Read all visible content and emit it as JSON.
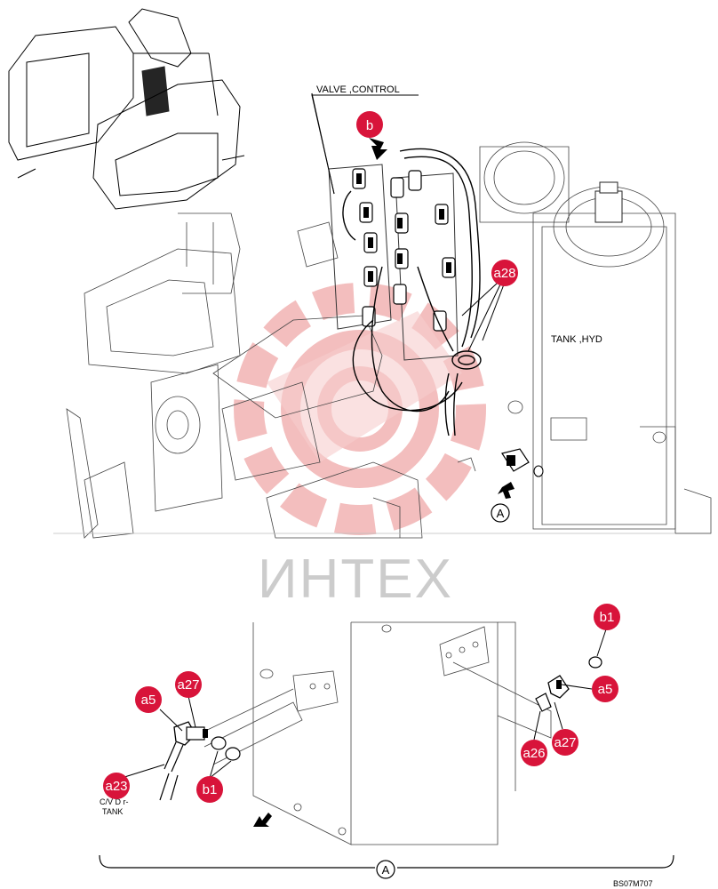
{
  "labels": {
    "valve_control": "VALVE ,CONTROL",
    "tank_hyd": "TANK ,HYD",
    "view_a": "A",
    "detail_a": "A",
    "cvd_tank_1": "C/V D r-",
    "cvd_tank_2": "TANK",
    "drawing_code": "BS07M707"
  },
  "watermark": "ИНТЕХ",
  "callouts": {
    "b": "b",
    "a28": "a28",
    "b1_top": "b1",
    "a5_right": "a5",
    "a27_right": "a27",
    "a26": "a26",
    "a27_left": "a27",
    "a5_left": "a5",
    "a23": "a23",
    "b1_left": "b1"
  },
  "colors": {
    "callout_fill": "#d8143a",
    "watermark_red": "#f2b8b8",
    "watermark_gray": "#cccccc",
    "line": "#000000"
  }
}
